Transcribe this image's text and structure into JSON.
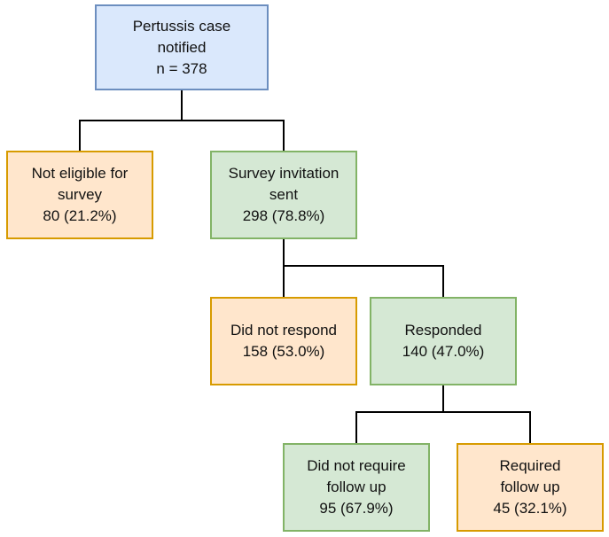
{
  "diagram": {
    "nodes": {
      "notified": {
        "lines": [
          "Pertussis case",
          "notified",
          "n = 378"
        ]
      },
      "not_eligible": {
        "lines": [
          "Not eligible for",
          "survey",
          "80 (21.2%)"
        ]
      },
      "invited": {
        "lines": [
          "Survey invitation",
          "sent",
          "298 (78.8%)"
        ]
      },
      "no_response": {
        "lines": [
          "Did not respond",
          "158 (53.0%)"
        ]
      },
      "responded": {
        "lines": [
          "Responded",
          "140 (47.0%)"
        ]
      },
      "no_follow_up": {
        "lines": [
          "Did not require",
          "follow up",
          "95 (67.9%)"
        ]
      },
      "follow_up": {
        "lines": [
          "Required",
          "follow up",
          "45 (32.1%)"
        ]
      }
    },
    "colors": {
      "root_fill": "#dae8fc",
      "root_border": "#6c8ebf",
      "included_fill": "#d5e8d4",
      "included_border": "#82b366",
      "excluded_fill": "#ffe6cc",
      "excluded_border": "#d79b00",
      "connector": "#000000"
    }
  }
}
